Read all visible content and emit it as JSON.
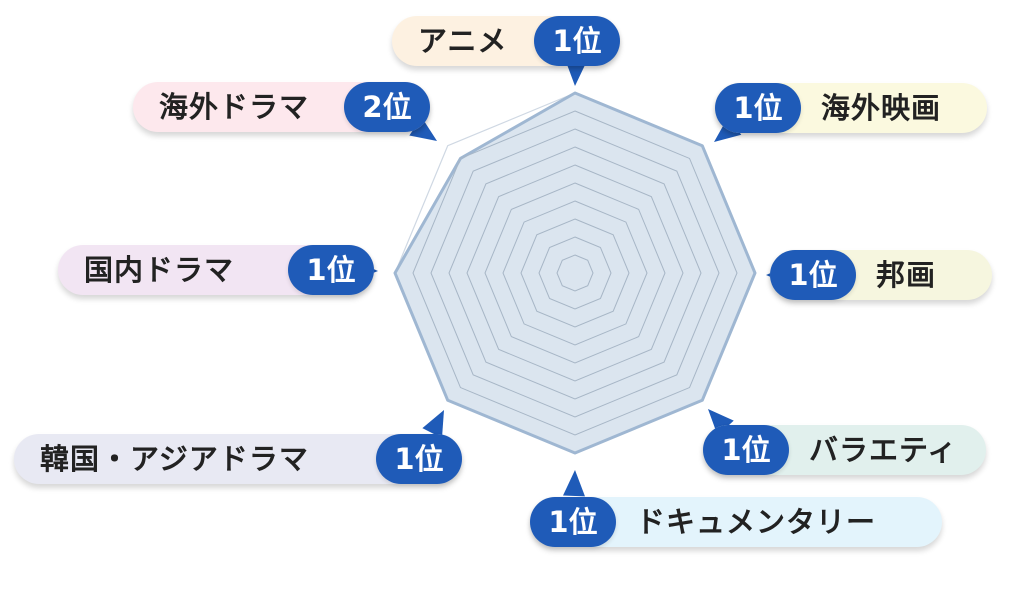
{
  "chart_data": {
    "type": "radar",
    "title": "",
    "axes": [
      {
        "label": "アニメ",
        "rank": "1位",
        "value": 10,
        "color": "#fdf1e1"
      },
      {
        "label": "海外映画",
        "rank": "1位",
        "value": 10,
        "color": "#fbf9df"
      },
      {
        "label": "邦画",
        "rank": "1位",
        "value": 10,
        "color": "#f6f6df"
      },
      {
        "label": "バラエティ",
        "rank": "1位",
        "value": 10,
        "color": "#e1f0ed"
      },
      {
        "label": "ドキュメンタリー",
        "rank": "1位",
        "value": 10,
        "color": "#e3f4fc"
      },
      {
        "label": "韓国・アジアドラマ",
        "rank": "1位",
        "value": 10,
        "color": "#e8e9f3"
      },
      {
        "label": "国内ドラマ",
        "rank": "1位",
        "value": 10,
        "color": "#f2e5f3"
      },
      {
        "label": "海外ドラマ",
        "rank": "2位",
        "value": 9,
        "color": "#fde8ed"
      }
    ],
    "scale_max": 10,
    "grid_levels": 10,
    "fill_color": "#dbe5ef",
    "stroke_color": "#9fb7d2",
    "badge_color": "#1f5bb8"
  }
}
